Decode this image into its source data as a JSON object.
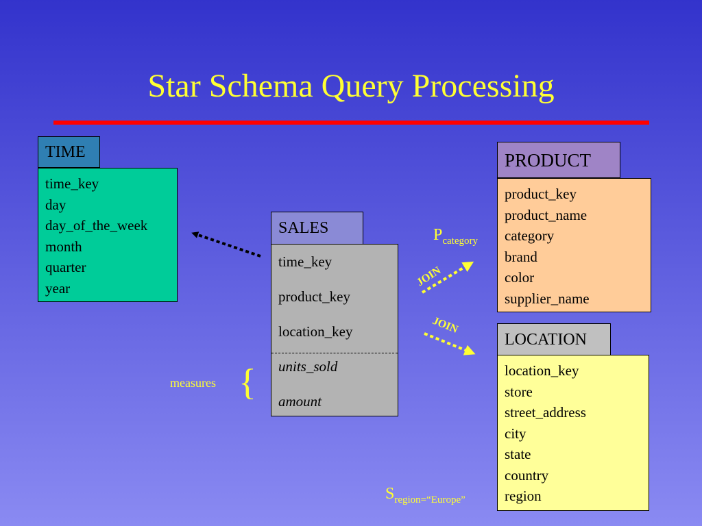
{
  "title": "Star Schema Query Processing",
  "tables": {
    "time": {
      "name": "TIME",
      "fields": [
        "time_key",
        "day",
        "day_of_the_week",
        "month",
        "quarter",
        "year"
      ]
    },
    "sales": {
      "name": "SALES",
      "keys": [
        "time_key",
        "product_key",
        "location_key"
      ],
      "measures": [
        "units_sold",
        "amount"
      ]
    },
    "product": {
      "name": "PRODUCT",
      "fields": [
        "product_key",
        "product_name",
        "category",
        "brand",
        "color",
        "supplier_name"
      ]
    },
    "location": {
      "name": "LOCATION",
      "fields": [
        "location_key",
        "store",
        "street_address",
        "city",
        "state",
        "country",
        "region"
      ]
    }
  },
  "labels": {
    "measures": "measures",
    "brace": "{",
    "join_product": "JOIN",
    "join_location": "JOIN",
    "projection_symbol": "P",
    "projection_sub": "category",
    "selection_symbol": "S",
    "selection_sub": "region=“Europe”"
  },
  "colors": {
    "background_top": "#3333cc",
    "background_bottom": "#8a8af2",
    "title": "#ffff33",
    "rule": "#ff0000",
    "time_tab": "#2f7fb3",
    "time_body": "#00cc99",
    "sales_tab": "#8a8ad6",
    "sales_body": "#b3b3b3",
    "product_tab": "#9f84c6",
    "product_body": "#ffcc99",
    "location_tab": "#c0c0c0",
    "location_body": "#ffff99",
    "arrow_time": "#000000",
    "arrow_join": "#ffff33"
  }
}
